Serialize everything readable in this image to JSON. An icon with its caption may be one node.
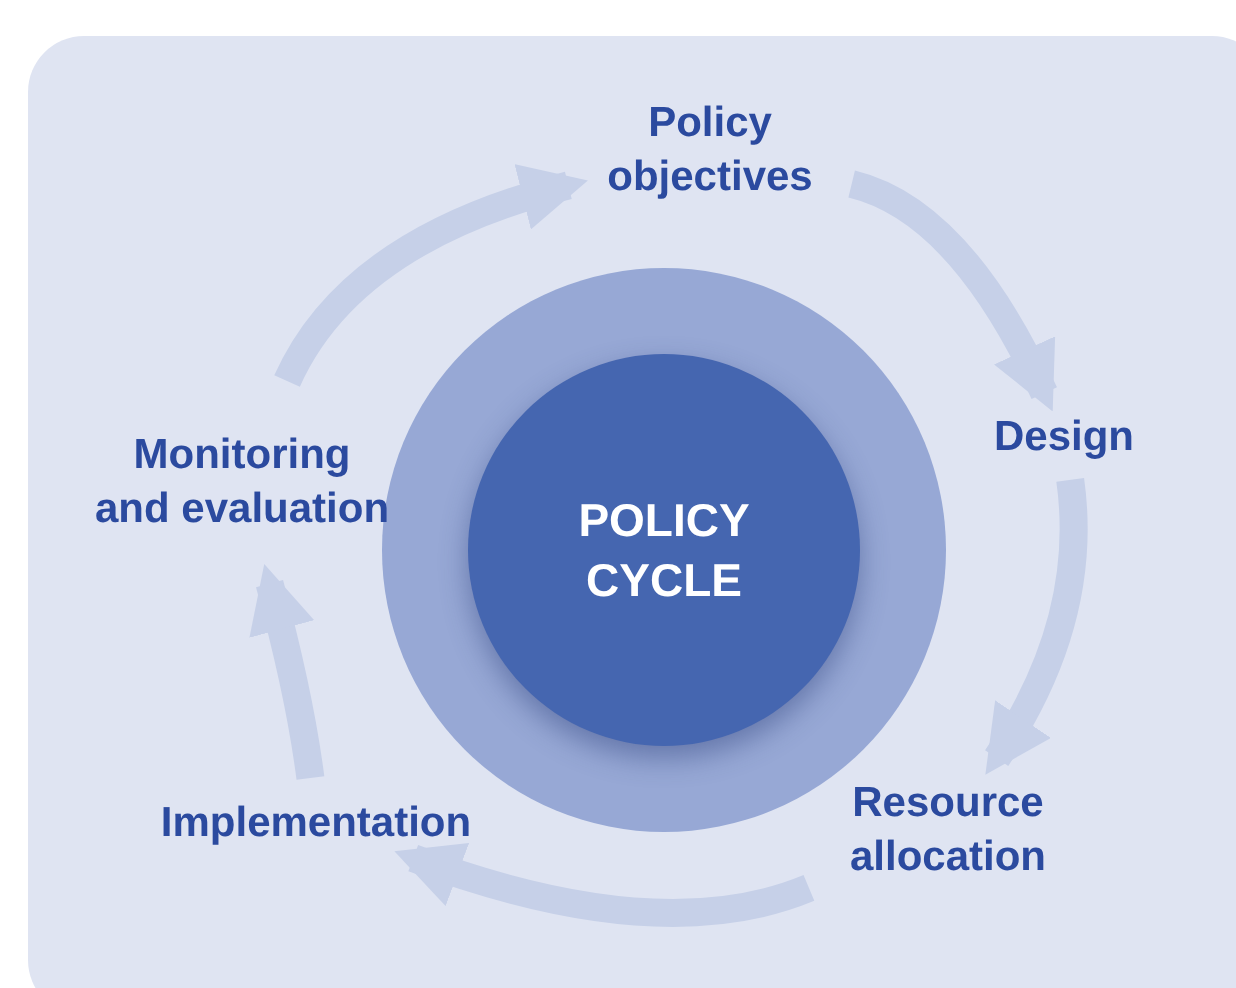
{
  "diagram": {
    "nodes": [
      {
        "text": [
          "POLICY CYCLE"
        ]
      },
      {
        "text": [
          "Policy objectives"
        ]
      },
      {
        "text": [
          "Design"
        ]
      },
      {
        "text": [
          "Resource allocation"
        ]
      },
      {
        "text": [
          "Implementation"
        ]
      },
      {
        "text": [
          "Monitoring and evaluation"
        ]
      }
    ],
    "edges": [
      {
        "from": 1,
        "to": 2,
        "arrow": "to"
      },
      {
        "from": 2,
        "to": 3,
        "arrow": "to"
      },
      {
        "from": 3,
        "to": 4,
        "arrow": "to"
      },
      {
        "from": 4,
        "to": 5,
        "arrow": "to"
      },
      {
        "from": 5,
        "to": 1,
        "arrow": "to"
      }
    ]
  }
}
